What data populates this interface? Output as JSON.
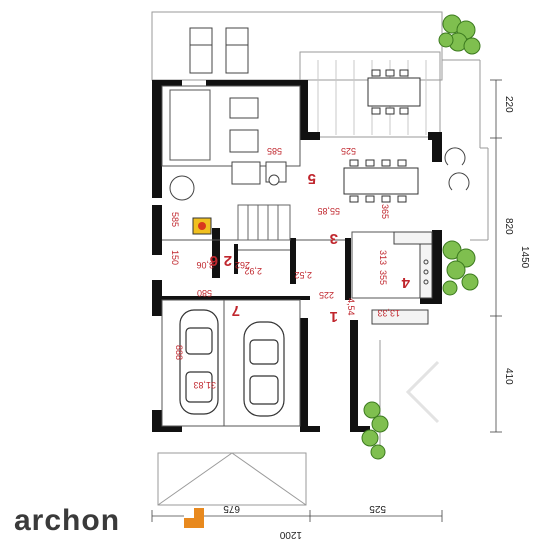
{
  "plan": {
    "rooms": [
      {
        "number": "1",
        "area": "4,54"
      },
      {
        "number": "2",
        "area": "2,92"
      },
      {
        "number": "3",
        "area": "2,52"
      },
      {
        "number": "4",
        "area": "13,33"
      },
      {
        "number": "5",
        "area": "55,85"
      },
      {
        "number": "6",
        "area": "3,06"
      },
      {
        "number": "7",
        "area": "31,83"
      }
    ],
    "inner_dims": {
      "d585_a": "585",
      "d525": "525",
      "d365": "365",
      "d585_b": "585",
      "d150": "150",
      "d580": "580",
      "d225": "225",
      "d313": "313",
      "d355": "355",
      "d888": "888",
      "d262": "262"
    },
    "outer_dims": {
      "right_top": "220",
      "right_mid": "820",
      "right_total": "1450",
      "right_bottom": "410",
      "bottom_left": "675",
      "bottom_right": "525",
      "bottom_total": "1200"
    }
  },
  "brand": {
    "logo_text": "archon",
    "accent_color": "#e8891e",
    "wall_color": "#111111",
    "label_color": "#c0262d"
  }
}
